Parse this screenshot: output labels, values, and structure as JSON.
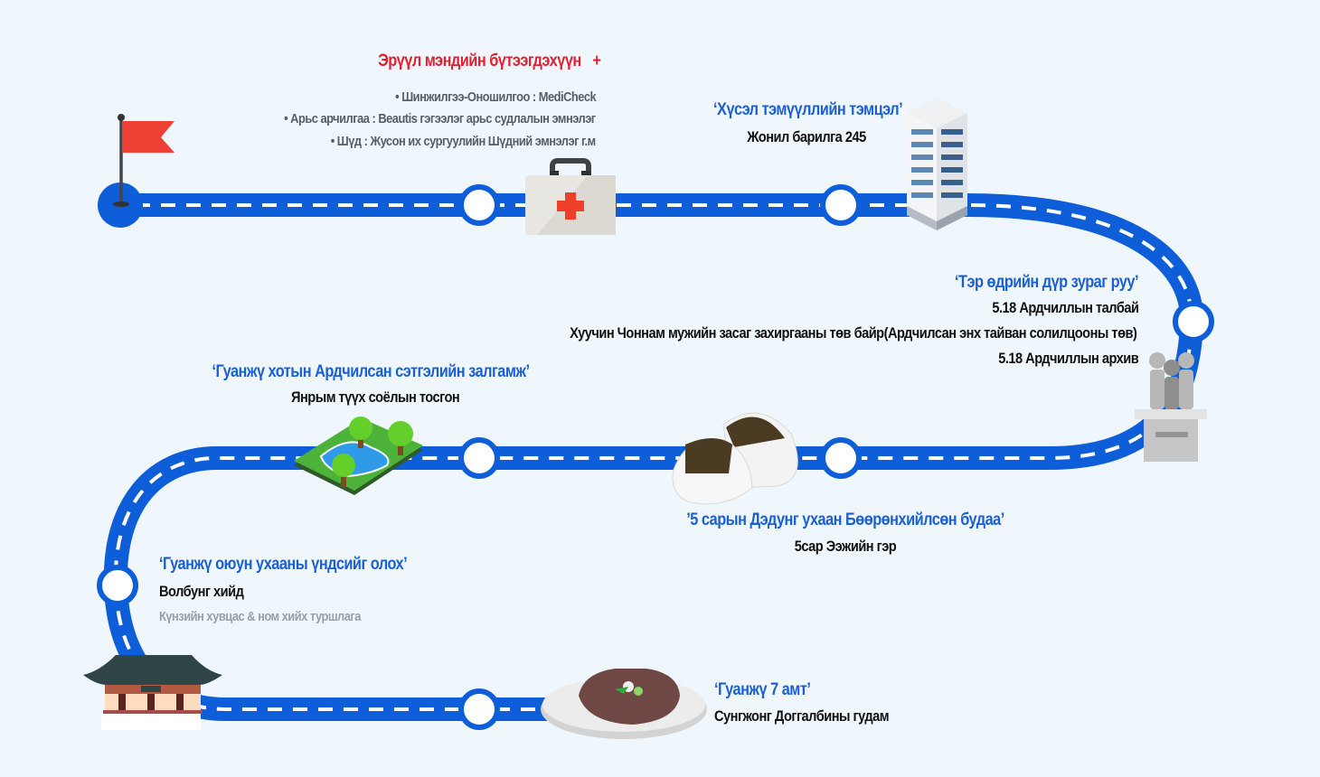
{
  "colors": {
    "background": "#f0f7fc",
    "road": "#0d5ed8",
    "road_dash": "#ffffff",
    "title_blue": "#1a5fd4",
    "title_red": "#e0202e",
    "flag": "#ef4136"
  },
  "stops": {
    "health": {
      "title": "Эрүүл мэндийн бүтээгдэхүүн",
      "plus": "+",
      "items": [
        "• Шинжилгээ-Оношилгоо : MediCheck",
        "• Арьс арчилгаа : Beautis гэгээлэг арьс судлалын эмнэлэг",
        "• Шүд : Жусон их сургуулийн Шүдний эмнэлэг г.м"
      ],
      "icon": "medical-kit-icon"
    },
    "struggle": {
      "title": "‘Хүсэл тэмүүллийн тэмцэл’",
      "place": "Жонил барилга 245",
      "icon": "office-building-icon"
    },
    "memory": {
      "title": "‘Тэр өдрийн дүр зураг руу’",
      "places": [
        "5.18 Ардчиллын  талбай",
        "Хуучин Чоннам мужийн засаг захиргааны төв байр(Ардчилсан энх тайван солилцооны төв)",
        "5.18 Ардчиллын  архив"
      ],
      "icon": "monument-statue-icon"
    },
    "rice": {
      "title": "’5 сарын Дэдунг ухаан Бөөрөнхийлсөн будаа’",
      "place": "5сар Ээжийн гэр",
      "icon": "rice-ball-icon"
    },
    "democracy": {
      "title": "‘Гуанжү хотын Ардчилсан сэтгэлийн залгамж’",
      "place": "Янрым түүх соёлын тосгон",
      "icon": "park-icon"
    },
    "temple": {
      "title": "‘Гуанжү оюун ухааны үндсийг олох’",
      "place": "Волбунг хийд",
      "note": "Күнзийн хувцас & ном хийх туршлага",
      "icon": "temple-icon"
    },
    "food": {
      "title": "‘Гуанжү 7 амт’",
      "place": "Сунгжонг Доггалбины гудам",
      "icon": "tteokgalbi-plate-icon"
    }
  },
  "start": {
    "icon": "start-flag-icon"
  }
}
